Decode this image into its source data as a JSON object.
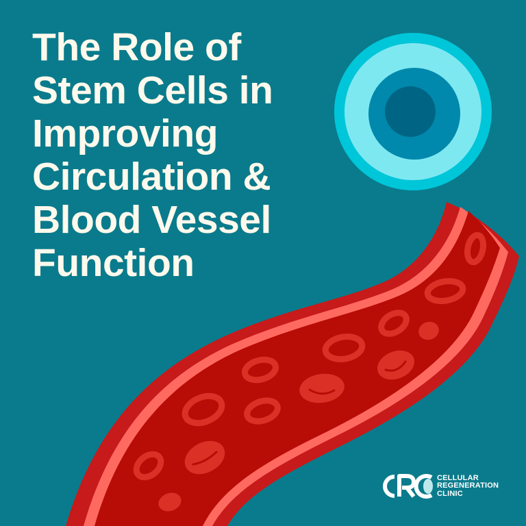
{
  "poster": {
    "background_color": "#0A7B8C",
    "title_lines": [
      "The Role of",
      "Stem Cells in",
      "Improving",
      "Circulation &",
      "Blood Vessel",
      "Function"
    ],
    "title_color": "#FDF9EC"
  },
  "illustration": {
    "stem_cell": {
      "icon": "stem-cell-icon",
      "rings": [
        "#00C6D9",
        "#7EE8F1",
        "#0089AC",
        "#006585"
      ]
    },
    "blood_vessel": {
      "icon": "blood-vessel-icon",
      "colors": {
        "outer_wall": "#C71A1A",
        "wall_highlight": "#FF6A60",
        "lumen": "#B80C07",
        "red_blood_cell": "#DA3026"
      }
    }
  },
  "logo": {
    "mark": "CRC",
    "lines": [
      "CELLULAR",
      "REGENERATION",
      "CLINIC"
    ],
    "accent_color": "#BDE9EC"
  }
}
